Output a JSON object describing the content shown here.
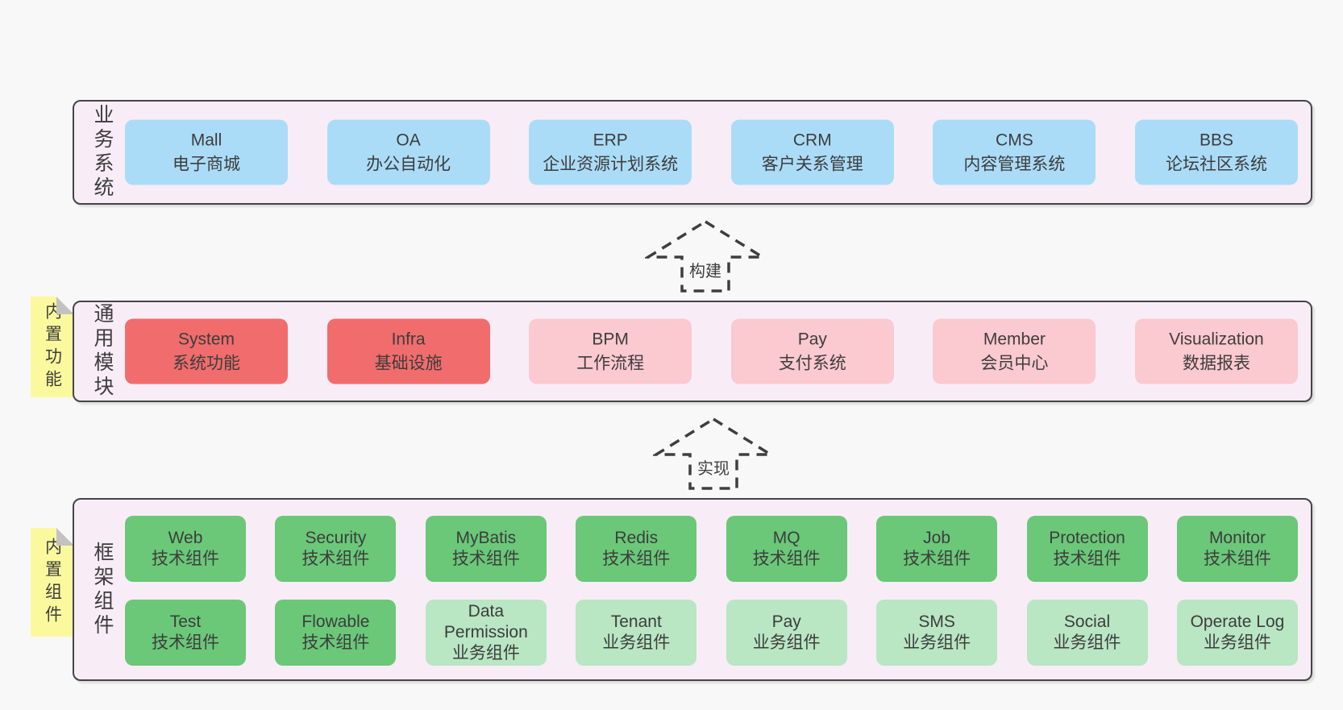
{
  "colors": {
    "page_bg": "#f8f8f8",
    "layer_bg": "#f8edf6",
    "border": "#454545",
    "blue": "#abdcf7",
    "red": "#f16c6c",
    "pink": "#fbc9d0",
    "green": "#6ac878",
    "light_green": "#b9e6c3",
    "sticky_yellow": "#fbf99d",
    "fold_gray": "#c2c2c2",
    "text": "#3d3d3d"
  },
  "arrows": [
    {
      "label": "构建"
    },
    {
      "label": "实现"
    }
  ],
  "layers": [
    {
      "label": "业务系统",
      "boxes": [
        {
          "title": "Mall",
          "subtitle": "电子商城"
        },
        {
          "title": "OA",
          "subtitle": "办公自动化"
        },
        {
          "title": "ERP",
          "subtitle": "企业资源计划系统"
        },
        {
          "title": "CRM",
          "subtitle": "客户关系管理"
        },
        {
          "title": "CMS",
          "subtitle": "内容管理系统"
        },
        {
          "title": "BBS",
          "subtitle": "论坛社区系统"
        }
      ]
    },
    {
      "label": "通用模块",
      "sticky": "内置功能",
      "boxes": [
        {
          "title": "System",
          "subtitle": "系统功能"
        },
        {
          "title": "Infra",
          "subtitle": "基础设施"
        },
        {
          "title": "BPM",
          "subtitle": "工作流程"
        },
        {
          "title": "Pay",
          "subtitle": "支付系统"
        },
        {
          "title": "Member",
          "subtitle": "会员中心"
        },
        {
          "title": "Visualization",
          "subtitle": "数据报表"
        }
      ]
    },
    {
      "label": "框架组件",
      "sticky": "内置组件",
      "rows": [
        [
          {
            "title": "Web",
            "subtitle": "技术组件"
          },
          {
            "title": "Security",
            "subtitle": "技术组件"
          },
          {
            "title": "MyBatis",
            "subtitle": "技术组件"
          },
          {
            "title": "Redis",
            "subtitle": "技术组件"
          },
          {
            "title": "MQ",
            "subtitle": "技术组件"
          },
          {
            "title": "Job",
            "subtitle": "技术组件"
          },
          {
            "title": "Protection",
            "subtitle": "技术组件"
          },
          {
            "title": "Monitor",
            "subtitle": "技术组件"
          }
        ],
        [
          {
            "title": "Test",
            "subtitle": "技术组件"
          },
          {
            "title": "Flowable",
            "subtitle": "技术组件"
          },
          {
            "title": "Data Permission",
            "subtitle": "业务组件"
          },
          {
            "title": "Tenant",
            "subtitle": "业务组件"
          },
          {
            "title": "Pay",
            "subtitle": "业务组件"
          },
          {
            "title": "SMS",
            "subtitle": "业务组件"
          },
          {
            "title": "Social",
            "subtitle": "业务组件"
          },
          {
            "title": "Operate Log",
            "subtitle": "业务组件"
          }
        ]
      ]
    }
  ]
}
